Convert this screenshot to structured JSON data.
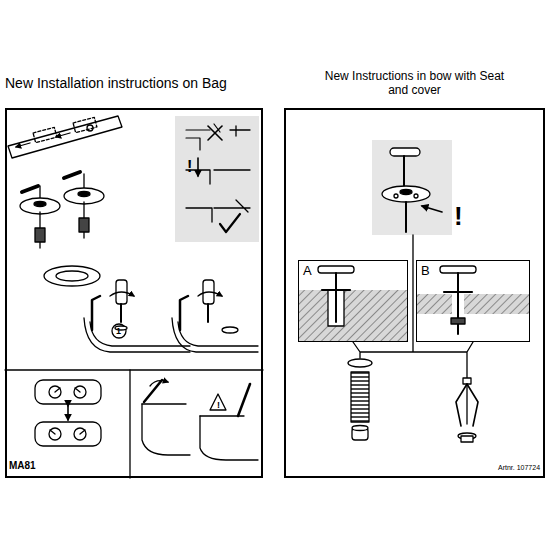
{
  "diagram": {
    "nodes": [
      {
        "text": [
          "New Installation instructions on Bag"
        ]
      },
      {
        "text": [
          "New Instructions in bow with Seat and cover"
        ]
      },
      {
        "text": [
          "A"
        ],
        "in": 1
      },
      {
        "text": [
          "B"
        ],
        "in": 1
      }
    ],
    "labels": [
      "!",
      "1",
      "!",
      "MA81",
      "!",
      "Artnr. 107724"
    ]
  }
}
